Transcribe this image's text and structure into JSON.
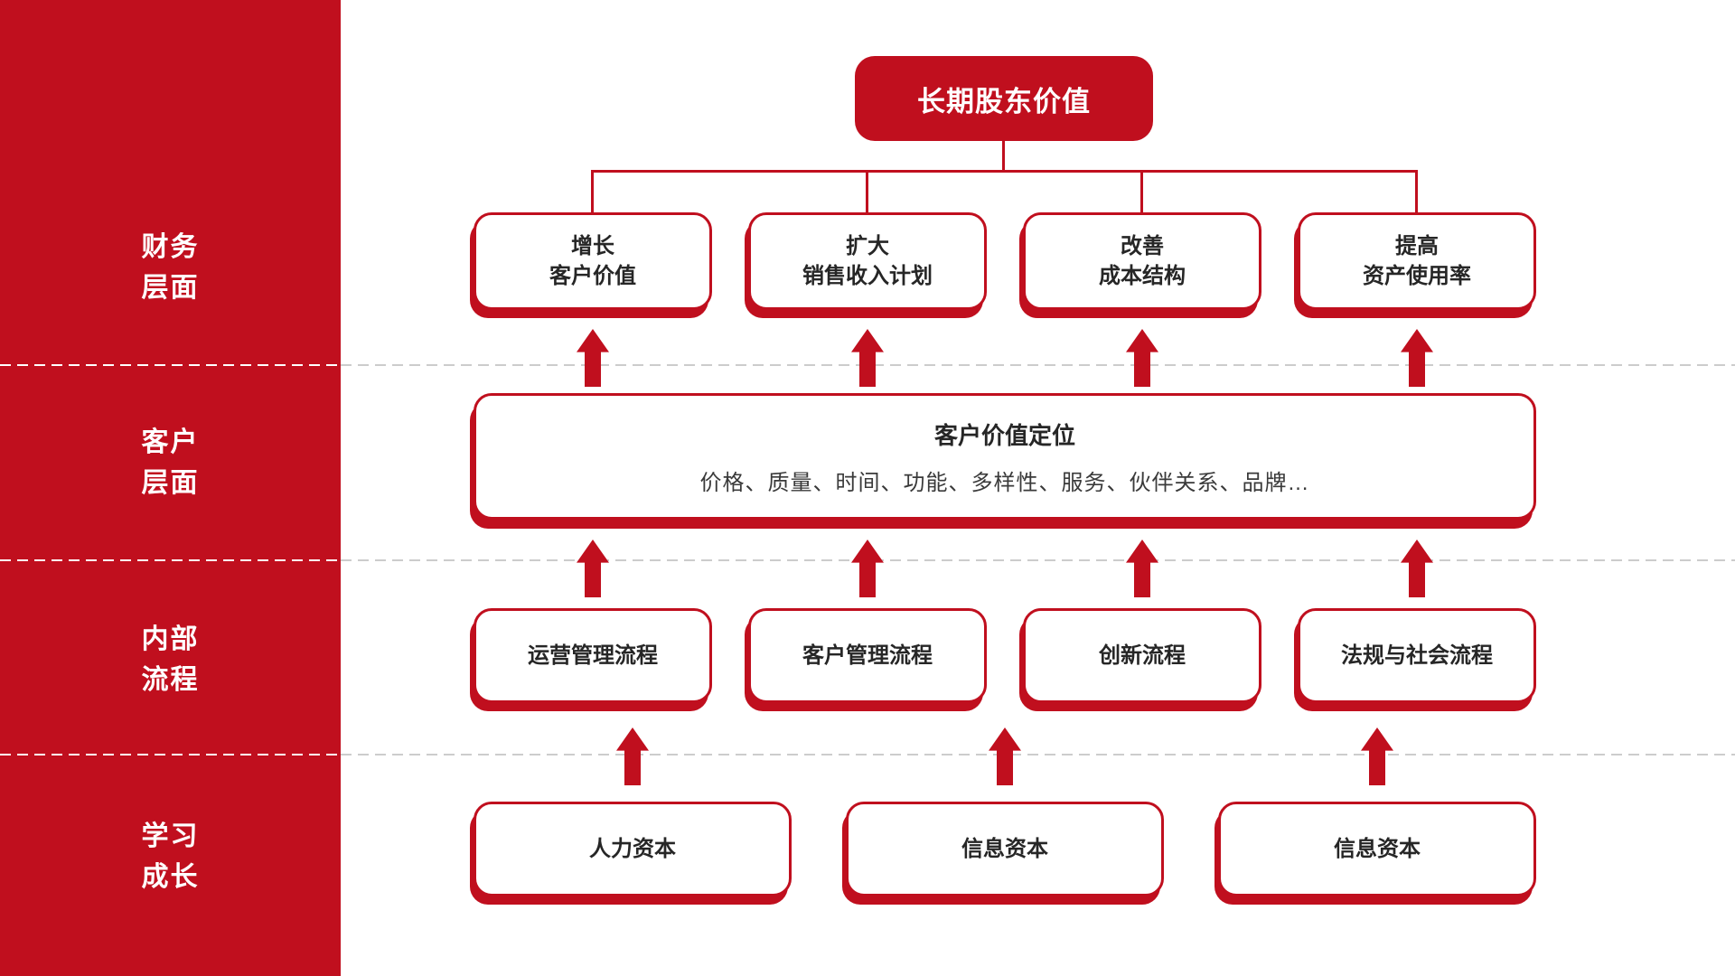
{
  "colors": {
    "red": "#C00F1E",
    "box_text": "#262626",
    "subtitle_text": "#3A3A3A",
    "dash_gray": "#CCCCCC"
  },
  "sidebar": {
    "sections": [
      {
        "line1": "财务",
        "line2": "层面"
      },
      {
        "line1": "客户",
        "line2": "层面"
      },
      {
        "line1": "内部",
        "line2": "流程"
      },
      {
        "line1": "学习",
        "line2": "成长"
      }
    ]
  },
  "diagram": {
    "root": {
      "label": "长期股东价值"
    },
    "financial_row": [
      {
        "line1": "增长",
        "line2": "客户价值"
      },
      {
        "line1": "扩大",
        "line2": "销售收入计划"
      },
      {
        "line1": "改善",
        "line2": "成本结构"
      },
      {
        "line1": "提高",
        "line2": "资产使用率"
      }
    ],
    "customer_box": {
      "title": "客户价值定位",
      "subtitle": "价格、质量、时间、功能、多样性、服务、伙伴关系、品牌…"
    },
    "internal_row": [
      {
        "label": "运营管理流程"
      },
      {
        "label": "客户管理流程"
      },
      {
        "label": "创新流程"
      },
      {
        "label": "法规与社会流程"
      }
    ],
    "learning_row": [
      {
        "label": "人力资本"
      },
      {
        "label": "信息资本"
      },
      {
        "label": "信息资本"
      }
    ]
  }
}
